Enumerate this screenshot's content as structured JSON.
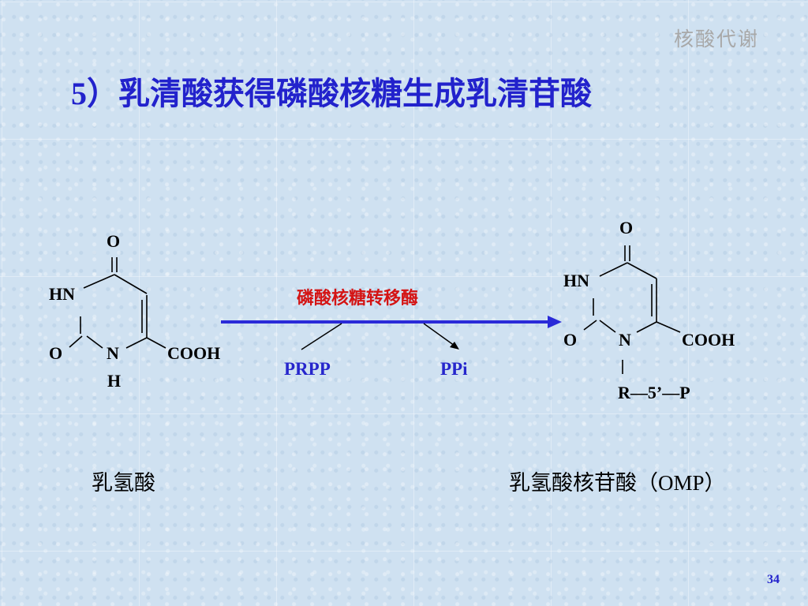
{
  "header_tag": "核酸代谢",
  "title": "5）乳清酸获得磷酸核糖生成乳清苷酸",
  "reaction": {
    "enzyme": "磷酸核糖转移酶",
    "reactant_in": "PRPP",
    "product_out": "PPi"
  },
  "left_molecule": {
    "atoms": {
      "o_top": "O",
      "hn": "HN",
      "o_left": "O",
      "n": "N",
      "h": "H",
      "cooh": "COOH"
    },
    "name": "乳氢酸"
  },
  "right_molecule": {
    "atoms": {
      "o_top": "O",
      "hn": "HN",
      "o_left": "O",
      "n": "N",
      "cooh": "COOH",
      "r_chain": "R—5’—P"
    },
    "name": "乳氢酸核苷酸（OMP）"
  },
  "page_number": "34",
  "colors": {
    "title": "#2222cc",
    "enzyme": "#d41414",
    "reagent": "#2626cc",
    "arrow": "#2a2ad8",
    "header_tag": "#a8a8a8"
  }
}
